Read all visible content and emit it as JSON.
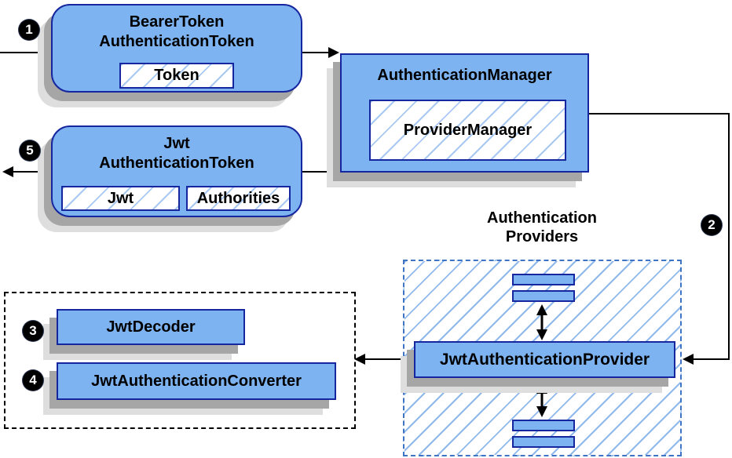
{
  "diagram": {
    "bearer_token_box": {
      "line1": "BearerToken",
      "line2": "AuthenticationToken",
      "child": "Token"
    },
    "authentication_manager_box": {
      "title": "AuthenticationManager",
      "child": "ProviderManager"
    },
    "jwt_token_box": {
      "line1": "Jwt",
      "line2": "AuthenticationToken",
      "children": [
        "Jwt",
        "Authorities"
      ]
    },
    "providers_group": {
      "label_line1": "Authentication",
      "label_line2": "Providers",
      "provider": "JwtAuthenticationProvider"
    },
    "converter_group": {
      "decoder": "JwtDecoder",
      "converter": "JwtAuthenticationConverter"
    },
    "steps": [
      "1",
      "2",
      "3",
      "4",
      "5"
    ],
    "colors": {
      "box_fill": "#7db3f0",
      "box_border": "#16269e",
      "hatch_line": "#a9c9f2",
      "group_hatch_line": "#8fb9ec",
      "blue_dash_border": "#3f74c4",
      "black_dash_border": "#000000",
      "shadow_dark": "#a6a6a6",
      "shadow_light": "#dedede",
      "arrow": "#000000",
      "step_circle_bg": "#000000",
      "step_circle_text": "#ffffff"
    }
  }
}
